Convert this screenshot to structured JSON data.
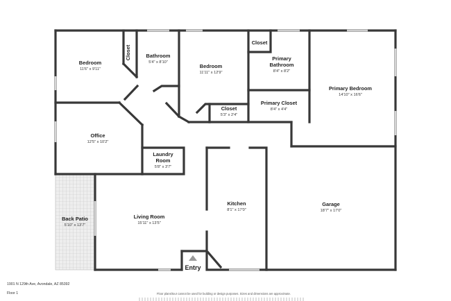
{
  "address": "1901 N 129th Ave, Avondale, AZ 85392",
  "floor_label": "Floor 1",
  "disclaimer": "Floor plans/tour cannot be used for building or design purposes. Sizes and dimensions are approximate.",
  "entry_label": "Entry",
  "colors": {
    "wall": "#383838",
    "patio_tile": "#d3d3d3",
    "window": "#b7b7b7"
  },
  "rooms": {
    "bedroom_left": {
      "name": "Bedroom",
      "dims": "11'6\" x 9'11\""
    },
    "closet_left": {
      "name": "Closet"
    },
    "bathroom": {
      "name": "Bathroom",
      "dims": "5'4\" x 8'10\""
    },
    "bedroom_middle": {
      "name": "Bedroom",
      "dims": "11'11\" x 12'9\""
    },
    "closet_top": {
      "name": "Closet"
    },
    "primary_bathroom": {
      "name_line1": "Primary",
      "name_line2": "Bathroom",
      "dims": "8'4\" x 8'2\""
    },
    "primary_bedroom": {
      "name": "Primary Bedroom",
      "dims": "14'10\" x 16'6\""
    },
    "closet_hall": {
      "name": "Closet",
      "dims": "5'3\" x 2'4\""
    },
    "primary_closet": {
      "name": "Primary Closet",
      "dims": "8'4\" x 4'4\""
    },
    "office": {
      "name": "Office",
      "dims": "12'5\" x 10'2\""
    },
    "laundry": {
      "name_line1": "Laundry",
      "name_line2": "Room",
      "dims": "5'8\" x 3'7\""
    },
    "kitchen": {
      "name": "Kitchen",
      "dims": "8'1\" x 17'0\""
    },
    "garage": {
      "name": "Garage",
      "dims": "18'7\" x 17'0\""
    },
    "back_patio": {
      "name": "Back Patio",
      "dims": "5'10\" x 13'7\""
    },
    "living_room": {
      "name": "Living Room",
      "dims": "15'11\" x 13'5\""
    }
  }
}
